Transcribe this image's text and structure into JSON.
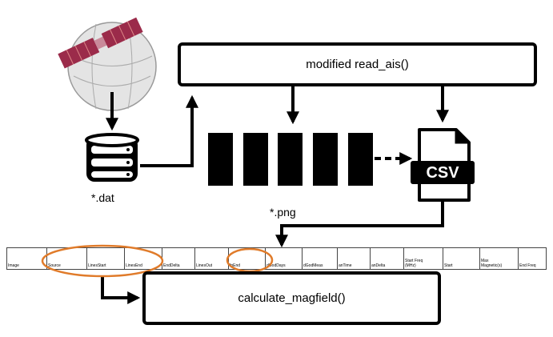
{
  "nodes": {
    "read_ais": "modified read_ais()",
    "calculate_magfield": "calculate_magfield()",
    "dat_label": "*.dat",
    "png_label": "*.png",
    "csv_label": "CSV"
  },
  "table": {
    "columns": [
      "Image",
      "Source",
      "LinesStart",
      "LinesEnd",
      "EndDelta",
      "LinesOut",
      "fpEnd",
      "dGodDays",
      "dGodMeas",
      "anTime",
      "anDelta",
      "Start Freq\n(MHz)",
      "Start",
      "Max\nMagnetic(s)",
      "End Freq"
    ]
  }
}
